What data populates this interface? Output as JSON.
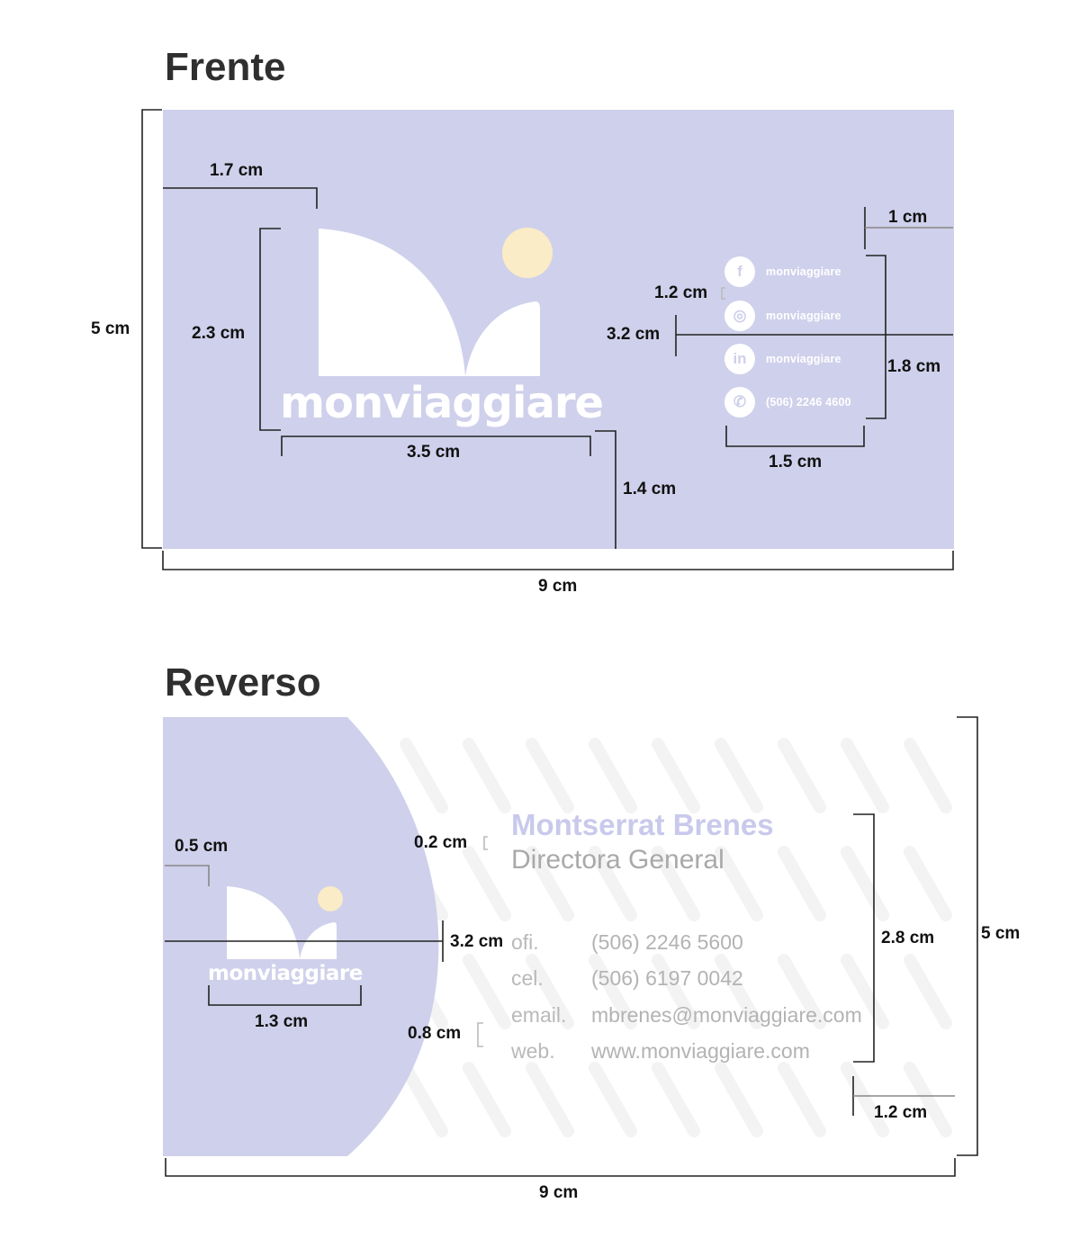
{
  "sections": {
    "front_title": "Frente",
    "back_title": "Reverso"
  },
  "brand": {
    "wordmark": "monviaggiare",
    "card_color": "#cfd0eb",
    "sun_color": "#f9ecc6",
    "white": "#ffffff"
  },
  "front": {
    "social": [
      {
        "icon": "facebook-icon",
        "glyph": "f",
        "text": "monviaggiare"
      },
      {
        "icon": "instagram-icon",
        "glyph": "◎",
        "text": "monviaggiare"
      },
      {
        "icon": "linkedin-icon",
        "glyph": "in",
        "text": "monviaggiare"
      },
      {
        "icon": "phone-icon",
        "glyph": "✆",
        "text": "(506) 2246 4600"
      }
    ],
    "dimensions": {
      "height": "5 cm",
      "width": "9 cm",
      "logo_left": "1.7 cm",
      "logo_height": "2.3 cm",
      "logo_width": "3.5 cm",
      "logo_gap": "1.4 cm",
      "social_right": "1 cm",
      "social_spacing": "1.2 cm",
      "social_center": "3.2 cm",
      "social_height": "1.8 cm",
      "social_width": "1.5 cm"
    }
  },
  "back": {
    "name": "Montserrat Brenes",
    "role": "Directora General",
    "contacts": [
      {
        "label": "ofi.",
        "value": "(506) 2246 5600"
      },
      {
        "label": "cel.",
        "value": "(506) 6197 0042"
      },
      {
        "label": "email.",
        "value": "mbrenes@monviaggiare.com"
      },
      {
        "label": "web.",
        "value": "www.monviaggiare.com"
      }
    ],
    "name_color": "#c9c9ec",
    "dimensions": {
      "logo_left": "0.5 cm",
      "top_gap": "0.2 cm",
      "center": "3.2 cm",
      "logo_width": "1.3 cm",
      "bottom_gap": "0.8 cm",
      "info_height": "2.8 cm",
      "height": "5 cm",
      "bottom_right": "1.2 cm",
      "width": "9 cm"
    }
  }
}
